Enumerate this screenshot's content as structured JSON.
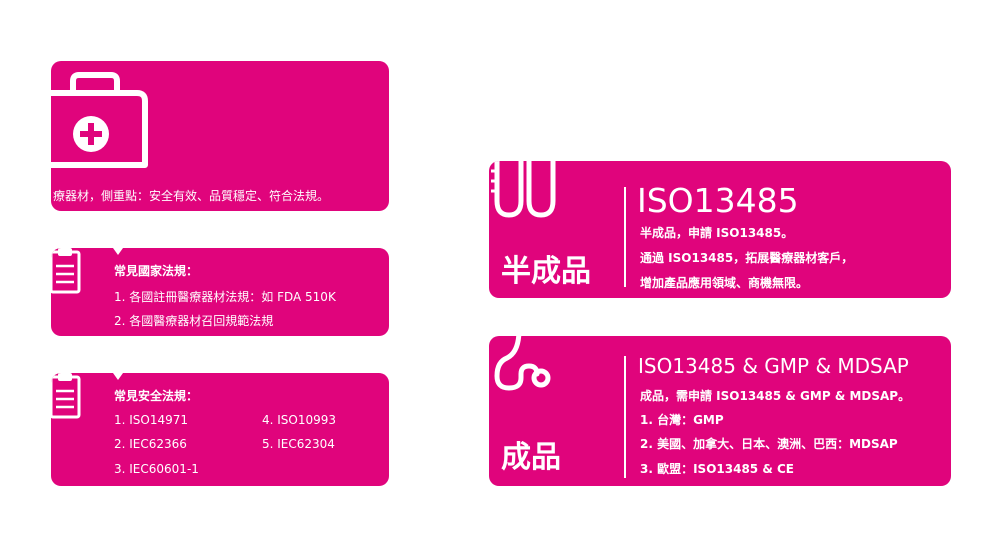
{
  "brand_color": "#e0047c",
  "left_cards": {
    "medical": {
      "icon": "first-aid-kit-icon",
      "text": "療器材，側重點：安全有效、品質穩定、符合法規。"
    },
    "national": {
      "icon": "clipboard-icon",
      "title": "常見國家法規：",
      "items": [
        "1. 各國註冊醫療器材法規：如 FDA 510K",
        "2. 各國醫療器材召回規範法規"
      ]
    },
    "safety": {
      "icon": "clipboard-icon",
      "title": "常見安全法規：",
      "col1": [
        "1. ISO14971",
        "2. IEC62366",
        "3. IEC60601-1"
      ],
      "col2": [
        "4. ISO10993",
        "5. IEC62304"
      ]
    }
  },
  "right_cards": {
    "semi": {
      "icon": "test-tubes-icon",
      "label": "半成品",
      "heading": "ISO13485",
      "lines": [
        "半成品，申請 ISO13485。",
        "通過 ISO13485，拓展醫療器材客戶，",
        "增加產品應用領域、商機無限。"
      ]
    },
    "finished": {
      "icon": "stethoscope-icon",
      "label": "成品",
      "heading": "ISO13485 & GMP & MDSAP",
      "lines": [
        "成品，需申請 ISO13485 & GMP & MDSAP。",
        "1. 台灣：GMP",
        "2. 美國、加拿大、日本、澳洲、巴西：MDSAP",
        "3. 歐盟：ISO13485 & CE"
      ]
    }
  }
}
